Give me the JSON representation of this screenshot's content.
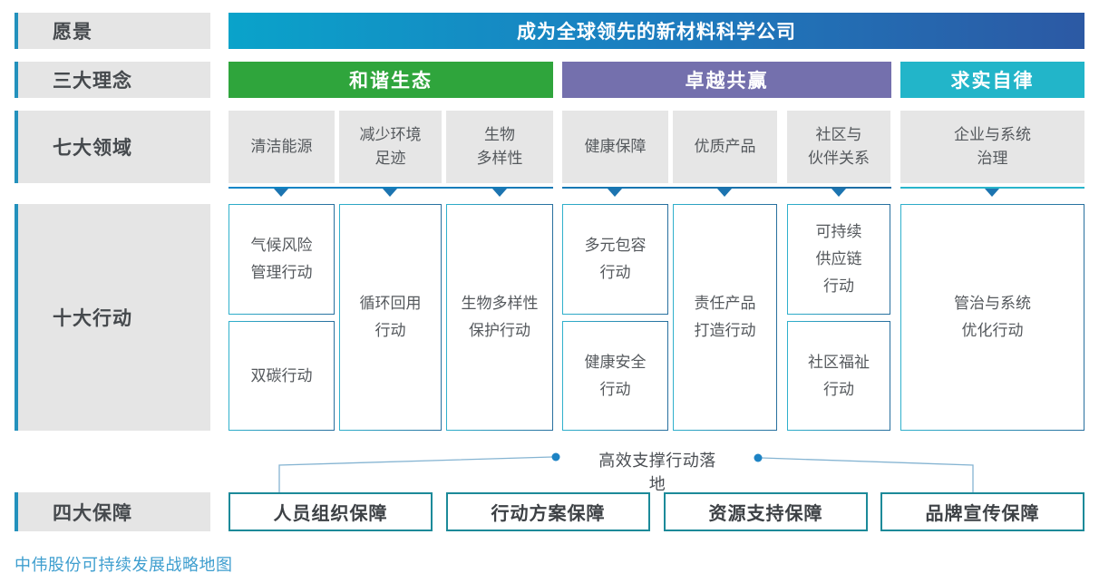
{
  "vision": {
    "label": "愿景",
    "banner": "成为全球领先的新材料科学公司"
  },
  "concepts": {
    "label": "三大理念",
    "items": [
      {
        "name": "和谐生态",
        "color": "#2fa53c"
      },
      {
        "name": "卓越共赢",
        "color": "#7470ad"
      },
      {
        "name": "求实自律",
        "color": "#22b5c9"
      }
    ]
  },
  "areas": {
    "label": "七大领域",
    "items": [
      {
        "lines": [
          "清洁能源"
        ]
      },
      {
        "lines": [
          "减少环境",
          "足迹"
        ]
      },
      {
        "lines": [
          "生物",
          "多样性"
        ]
      },
      {
        "lines": [
          "健康保障"
        ]
      },
      {
        "lines": [
          "优质产品"
        ]
      },
      {
        "lines": [
          "社区与",
          "伙伴关系"
        ]
      },
      {
        "lines": [
          "企业与系统",
          "治理"
        ]
      }
    ]
  },
  "actions": {
    "label": "十大行动",
    "boxes": [
      {
        "lines": [
          "气候风险",
          "管理行动"
        ]
      },
      {
        "lines": [
          "双碳行动"
        ]
      },
      {
        "lines": [
          "循环回用",
          "行动"
        ]
      },
      {
        "lines": [
          "生物多样性",
          "保护行动"
        ]
      },
      {
        "lines": [
          "多元包容",
          "行动"
        ]
      },
      {
        "lines": [
          "健康安全",
          "行动"
        ]
      },
      {
        "lines": [
          "责任产品",
          "打造行动"
        ]
      },
      {
        "lines": [
          "可持续",
          "供应链",
          "行动"
        ]
      },
      {
        "lines": [
          "社区福祉",
          "行动"
        ]
      },
      {
        "lines": [
          "管治与系统",
          "优化行动"
        ]
      }
    ]
  },
  "support": {
    "text": "高效支撑行动落地"
  },
  "guarantees": {
    "label": "四大保障",
    "items": [
      "人员组织保障",
      "行动方案保障",
      "资源支持保障",
      "品牌宣传保障"
    ]
  },
  "caption": "中伟股份可持续发展战略地图",
  "palette": {
    "accent_bar": "#2391bc",
    "label_bg": "#e5e5e5",
    "vision_gradient_left": "#0aa3ca",
    "vision_gradient_right": "#2c59a4",
    "harmony_green": "#2fa53c",
    "excellence_purple": "#7470ad",
    "pragmatic_teal": "#22b5c9",
    "area_bg": "#e6e6e6",
    "action_border_left": "#2fb0cc",
    "action_border_right": "#286f9e",
    "arrow_blue": "#1c74b0",
    "line_teal": "#29b5cb",
    "guarantee_border": "#1c8a99",
    "dot_blue": "#1d83c4",
    "connector_gray_blue": "#85b4d2",
    "caption_color": "#3e9ecf"
  }
}
